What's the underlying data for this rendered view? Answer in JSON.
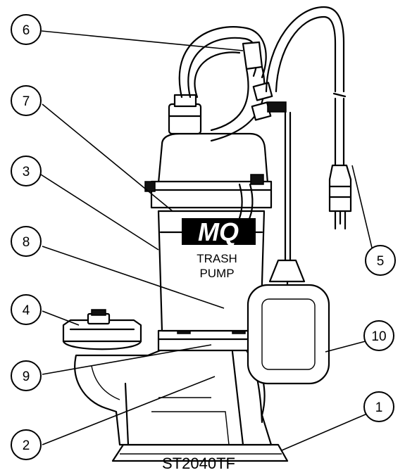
{
  "model_label": "ST2040TF",
  "brand": {
    "logo_text": "MQ",
    "product_line1": "TRASH",
    "product_line2": "PUMP"
  },
  "callouts": [
    {
      "id": "6"
    },
    {
      "id": "7"
    },
    {
      "id": "3"
    },
    {
      "id": "8"
    },
    {
      "id": "4"
    },
    {
      "id": "9"
    },
    {
      "id": "2"
    },
    {
      "id": "5"
    },
    {
      "id": "10"
    },
    {
      "id": "1"
    }
  ]
}
